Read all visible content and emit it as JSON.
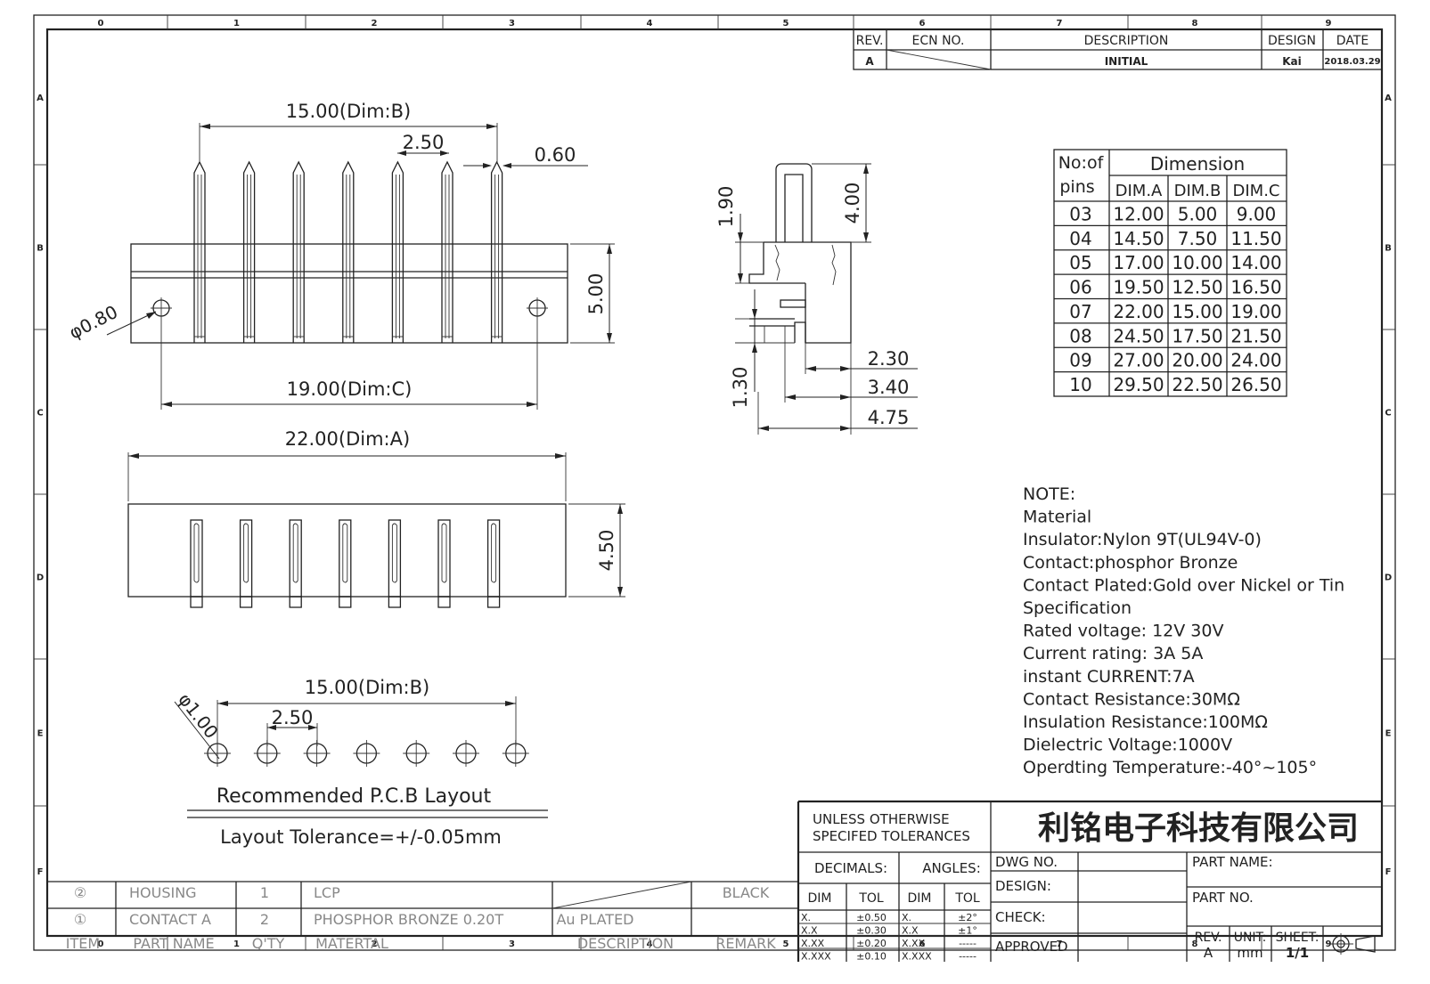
{
  "frame": {
    "cols": [
      "0",
      "1",
      "2",
      "3",
      "4",
      "5",
      "6",
      "7",
      "8",
      "9"
    ],
    "rows": [
      "A",
      "B",
      "C",
      "D",
      "E",
      "F"
    ]
  },
  "revision": {
    "headers": {
      "rev": "REV.",
      "ecn": "ECN NO.",
      "description": "DESCRIPTION",
      "design": "DESIGN",
      "date": "DATE"
    },
    "row": {
      "rev": "A",
      "description": "INITIAL",
      "design": "Kai",
      "date": "2018.03.29"
    }
  },
  "top_view": {
    "dim_b": "15.00(Dim:B)",
    "pitch": "2.50",
    "pin_width": "0.60",
    "hole_dia": "φ0.80",
    "height": "5.00",
    "dim_c": "19.00(Dim:C)"
  },
  "front_view": {
    "dim_a": "22.00(Dim:A)",
    "height": "4.50"
  },
  "side_view": {
    "pin_top": "4.00",
    "upper": "1.90",
    "lower": "1.30",
    "d1": "2.30",
    "d2": "3.40",
    "d3": "4.75"
  },
  "pcb_layout": {
    "dim_b": "15.00(Dim:B)",
    "pitch": "2.50",
    "hole_dia": "φ1.00",
    "title": "Recommended P.C.B Layout",
    "tolerance": "Layout Tolerance=+/-0.05mm"
  },
  "dimension_table": {
    "col_pins_top": "No:of",
    "col_pins_bottom": "pins",
    "group": "Dimension",
    "headers": [
      "DIM.A",
      "DIM.B",
      "DIM.C"
    ],
    "rows": [
      [
        "03",
        "12.00",
        "5.00",
        "9.00"
      ],
      [
        "04",
        "14.50",
        "7.50",
        "11.50"
      ],
      [
        "05",
        "17.00",
        "10.00",
        "14.00"
      ],
      [
        "06",
        "19.50",
        "12.50",
        "16.50"
      ],
      [
        "07",
        "22.00",
        "15.00",
        "19.00"
      ],
      [
        "08",
        "24.50",
        "17.50",
        "21.50"
      ],
      [
        "09",
        "27.00",
        "20.00",
        "24.00"
      ],
      [
        "10",
        "29.50",
        "22.50",
        "26.50"
      ]
    ]
  },
  "notes": [
    "NOTE:",
    "Material",
    "Insulator:Nylon 9T(UL94V-0)",
    "Contact:phosphor Bronze",
    "Contact Plated:Gold over Nickel or Tin",
    "Specification",
    "Rated voltage: 12V 30V",
    "Current rating: 3A 5A",
    "instant CURRENT:7A",
    "Contact Resistance:30MΩ",
    "Insulation Resistance:100MΩ",
    "Dielectric Voltage:1000V",
    "Operdting Temperature:-40°~105°"
  ],
  "bom": {
    "rows": [
      {
        "item": "②",
        "part": "HOUSING",
        "qty": "1",
        "material": "LCP",
        "description": "",
        "remark": "BLACK"
      },
      {
        "item": "①",
        "part": "CONTACT A",
        "qty": "2",
        "material": "PHOSPHOR BRONZE 0.20T",
        "description": "Au PLATED",
        "remark": ""
      }
    ],
    "headers": {
      "item": "ITEM",
      "part": "PART NAME",
      "qty": "Q'TY",
      "material": "MATERTAL",
      "description": "DESCRIPTION",
      "remark": "REMARK"
    }
  },
  "title_block": {
    "tol_line1": "UNLESS OTHERWISE",
    "tol_line2": "SPECIFED TOLERANCES",
    "decimals": "DECIMALS:",
    "angles": "ANGLES:",
    "dim": "DIM",
    "tol": "TOL",
    "decimal_rows": [
      [
        "X.",
        "±0.50"
      ],
      [
        "X.X",
        "±0.30"
      ],
      [
        "X.XX",
        "±0.20"
      ],
      [
        "X.XXX",
        "±0.10"
      ]
    ],
    "angle_rows": [
      [
        "X.",
        "±2°"
      ],
      [
        "X.X",
        "±1°"
      ],
      [
        "X.XX",
        "-----"
      ],
      [
        "X.XXX",
        "-----"
      ]
    ],
    "company": "利铭电子科技有限公司",
    "dwg_no": "DWG NO.",
    "design": "DESIGN:",
    "check": "CHECK:",
    "approved": "APPROVED",
    "part_name": "PART NAME:",
    "part_no": "PART NO.",
    "rev_label": "REV.",
    "rev_value": "A",
    "unit_label": "UNIT:",
    "unit_value": "mm",
    "sheet_label": "SHEET:",
    "sheet_value": "1/1"
  }
}
